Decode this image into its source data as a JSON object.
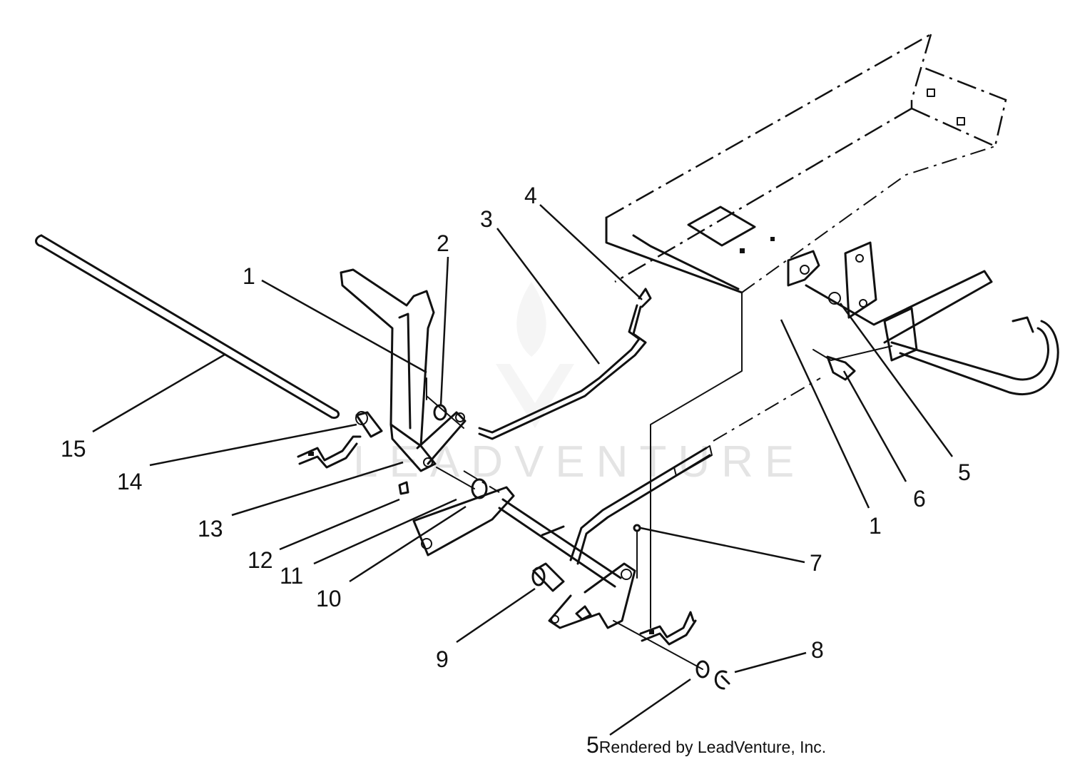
{
  "watermark": "LEADVENTURE",
  "callouts": {
    "c1a": "1",
    "c2": "2",
    "c3": "3",
    "c4": "4",
    "c5a": "5",
    "c6": "6",
    "c1b": "1",
    "c7": "7",
    "c8": "8",
    "c9": "9",
    "c10": "10",
    "c11": "11",
    "c12": "12",
    "c13": "13",
    "c14": "14",
    "c15": "15"
  },
  "credit": {
    "number": "5",
    "text": "Rendered by LeadVenture, Inc."
  }
}
